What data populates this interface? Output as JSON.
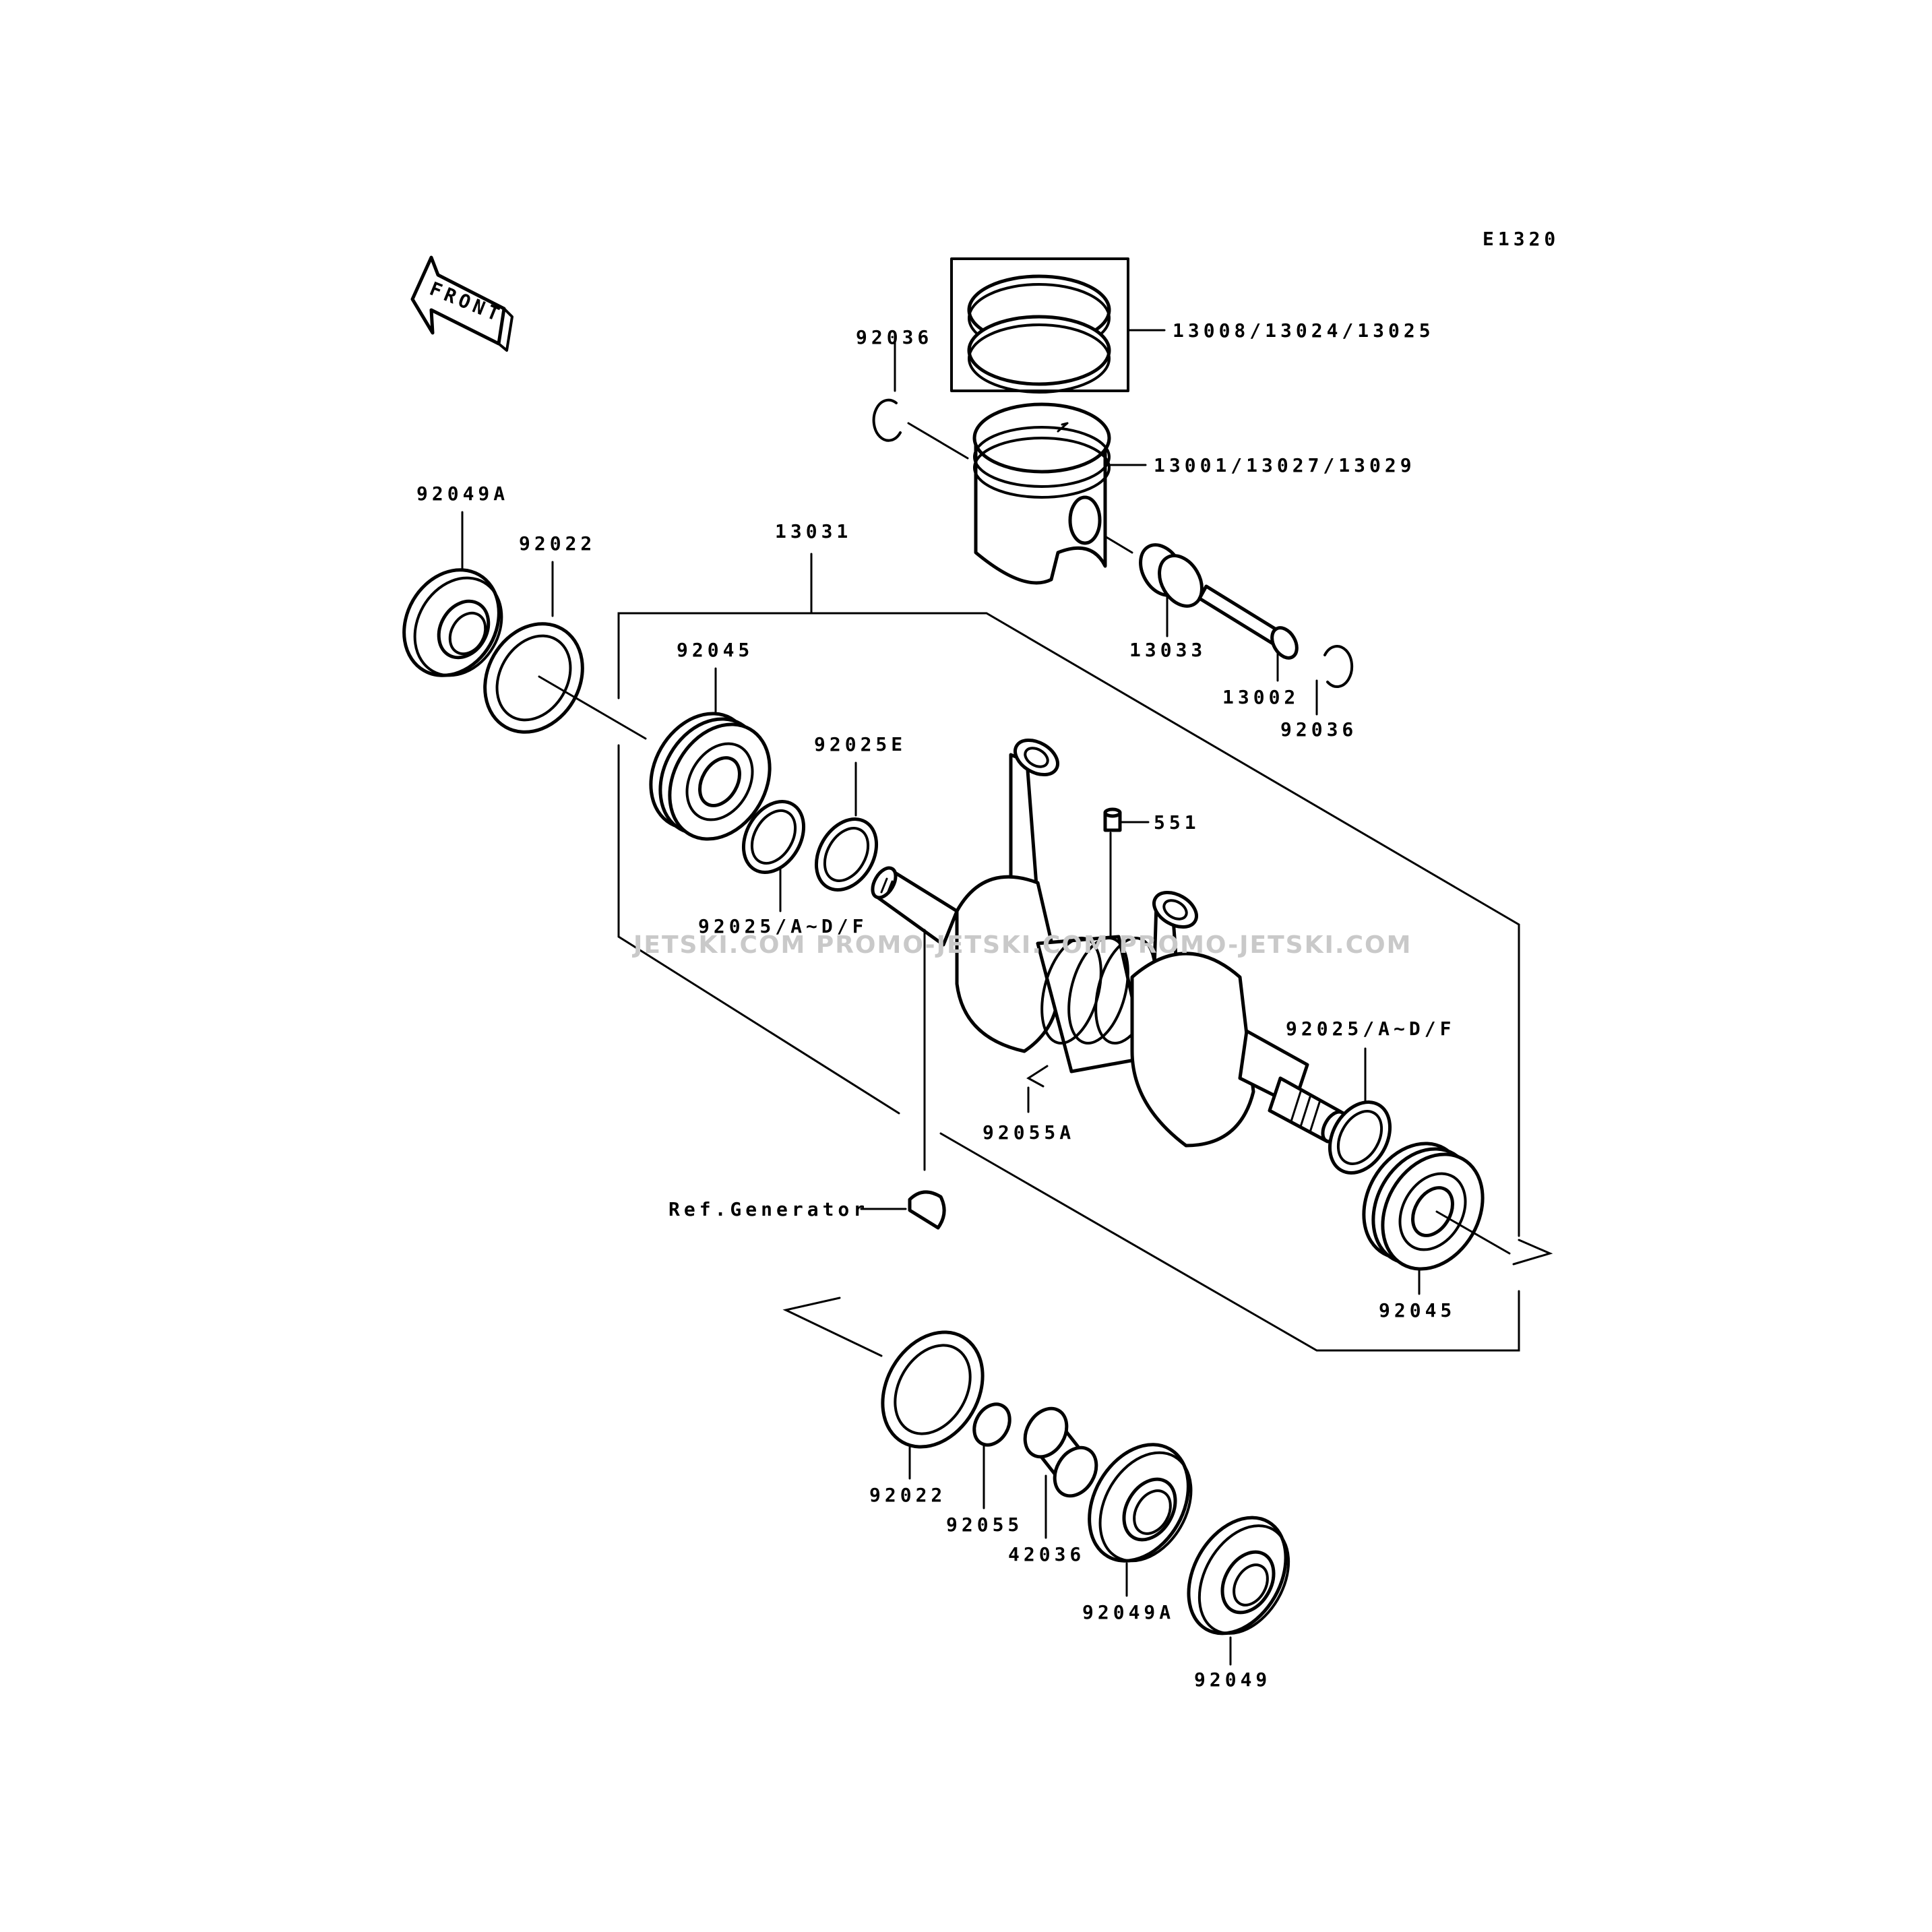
{
  "diagram_code": "E1320",
  "front_label": "FRONT",
  "watermark": "JETSKI.COM  PROMO-JETSKI.COM  PROMO-JETSKI.COM",
  "labels": {
    "rings": "13008/13024/13025",
    "piston": "13001/13027/13029",
    "circlip_left": "92036",
    "circlip_right": "92036",
    "crank_assy": "13031",
    "needle_bearing": "13033",
    "piston_pin": "13002",
    "pin_551": "551",
    "seal_left_top": "92049A",
    "ring_left_top": "92022",
    "bearing_left": "92045",
    "shim_e": "92025E",
    "shim_left": "92025/A~D/F",
    "shim_right": "92025/A~D/F",
    "oring_crank": "92055A",
    "ref_generator": "Ref.Generator",
    "bearing_right": "92045",
    "ring_bottom": "92022",
    "oring_bottom": "92055",
    "collar": "42036",
    "seal_bottom_a": "92049A",
    "seal_bottom": "92049"
  }
}
